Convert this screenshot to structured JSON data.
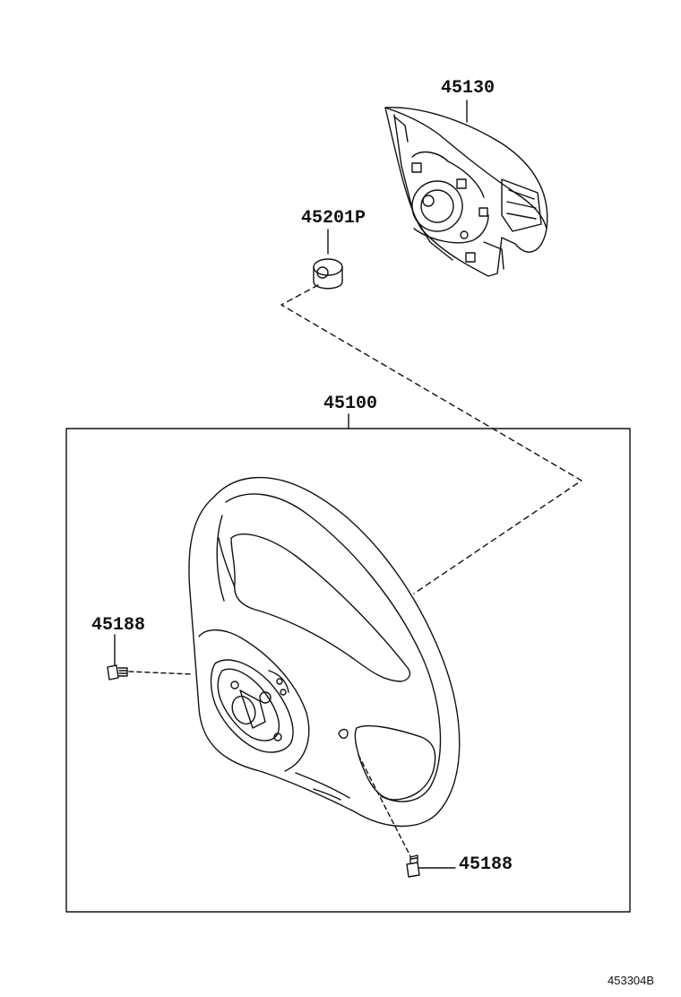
{
  "parts": {
    "pad": "45130",
    "cap": "45201P",
    "wheel": "45100",
    "screw_left": "45188",
    "screw_right": "45188"
  },
  "figure_ref": "453304B"
}
